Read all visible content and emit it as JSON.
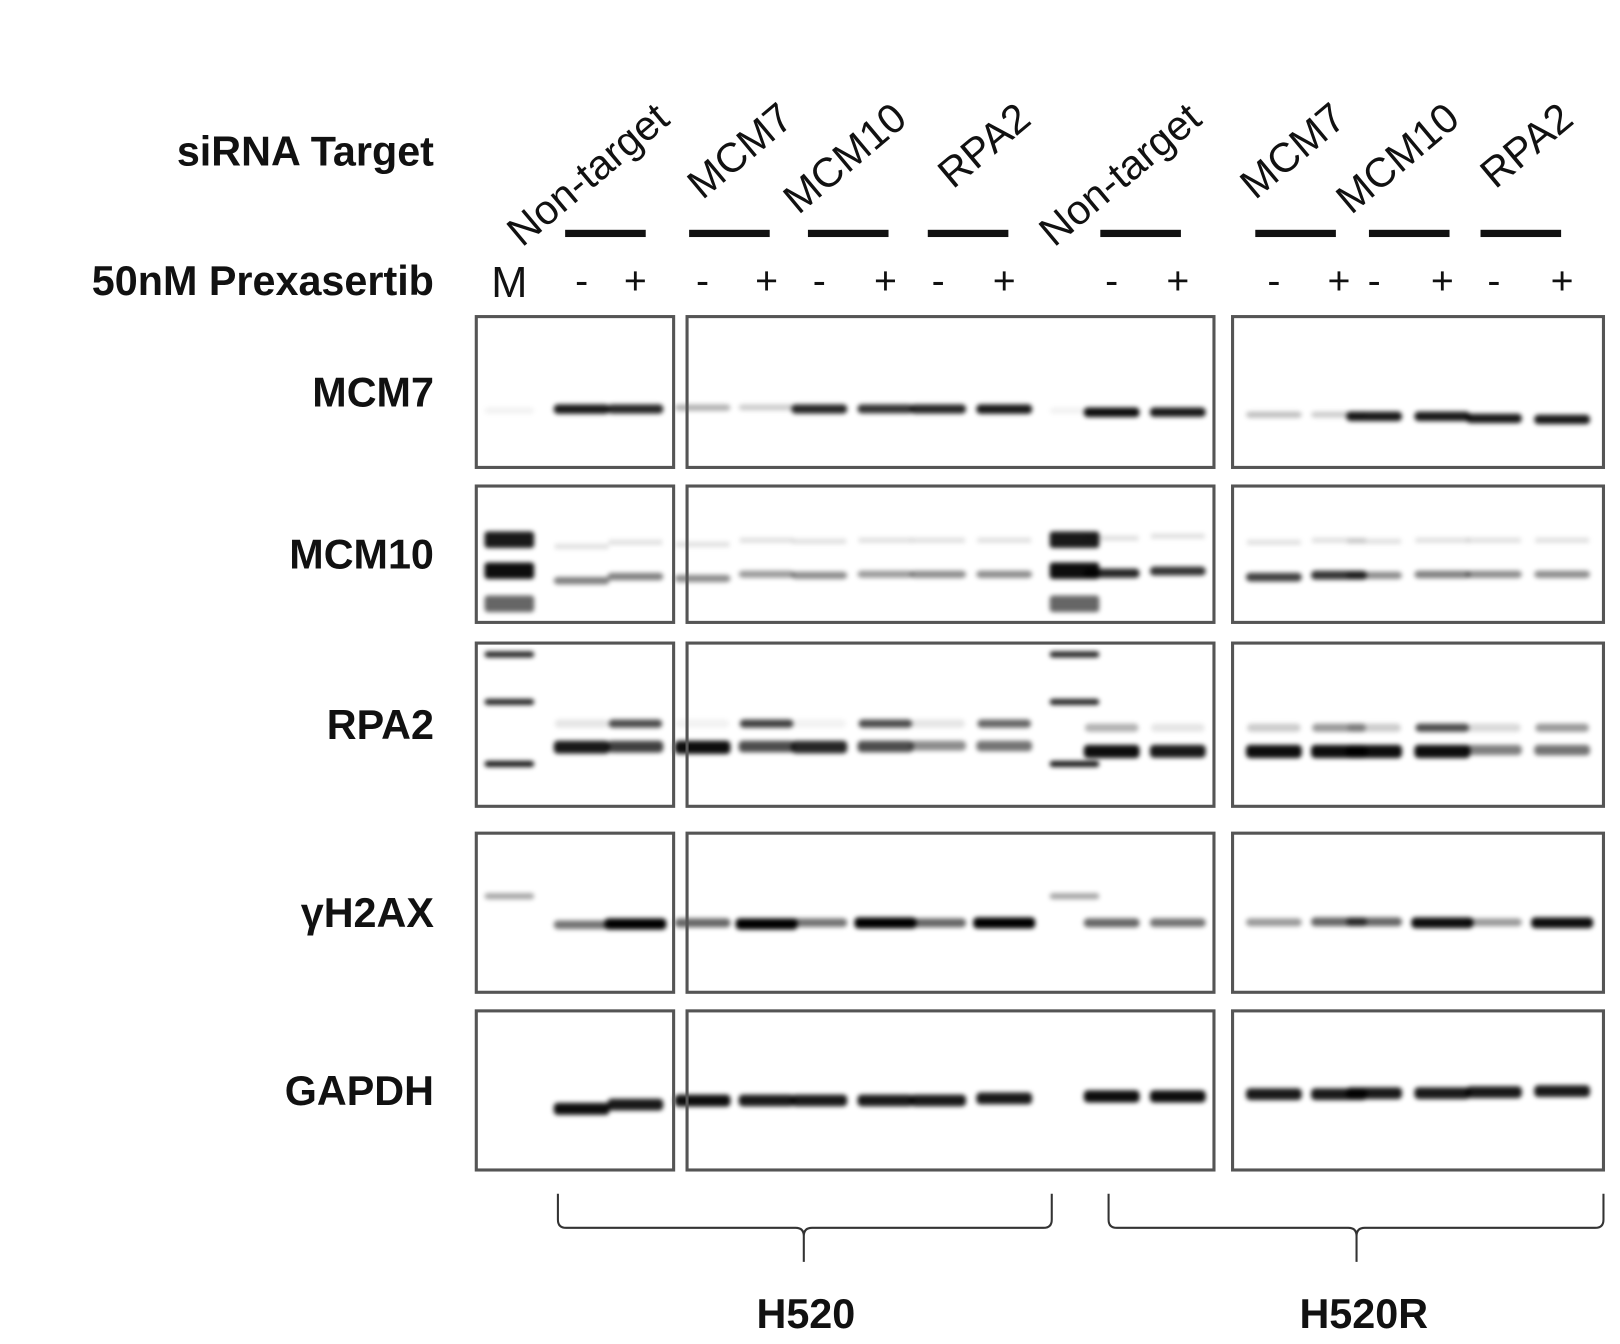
{
  "row_headers": {
    "sirna": "siRNA Target",
    "drug": "50nM Prexasertib"
  },
  "marker_label": "M",
  "targets": [
    "Non-target",
    "MCM7",
    "MCM10",
    "RPA2",
    "Non-target",
    "MCM7",
    "MCM10",
    "RPA2"
  ],
  "treatments": [
    "-",
    "+",
    "-",
    "+",
    "-",
    "+",
    "-",
    "+",
    "-",
    "+",
    "-",
    "+",
    "-",
    "+",
    "-",
    "+"
  ],
  "cell_lines": [
    "H520",
    "H520R"
  ],
  "blots": [
    {
      "name": "MCM7",
      "intensity": [
        0.9,
        0.85,
        0.3,
        0.2,
        0.85,
        0.8,
        0.85,
        0.9,
        0.95,
        0.9,
        0.25,
        0.2,
        0.9,
        0.9,
        0.9,
        0.9
      ]
    },
    {
      "name": "MCM10",
      "intensity": [
        0.5,
        0.5,
        0.45,
        0.4,
        0.45,
        0.4,
        0.45,
        0.45,
        0.85,
        0.8,
        0.75,
        0.8,
        0.45,
        0.5,
        0.45,
        0.45
      ]
    },
    {
      "name": "RPA2",
      "intensity": [
        0.9,
        0.75,
        0.95,
        0.7,
        0.85,
        0.7,
        0.45,
        0.55,
        0.95,
        0.9,
        0.95,
        0.95,
        0.95,
        0.95,
        0.5,
        0.55
      ],
      "upper_band": [
        0.1,
        0.7,
        0.05,
        0.75,
        0.05,
        0.7,
        0.1,
        0.6,
        0.3,
        0.1,
        0.2,
        0.4,
        0.2,
        0.7,
        0.15,
        0.4
      ]
    },
    {
      "name": "γH2AX",
      "intensity": [
        0.55,
        1.0,
        0.6,
        1.0,
        0.55,
        1.0,
        0.6,
        1.0,
        0.6,
        0.55,
        0.4,
        0.6,
        0.6,
        0.95,
        0.4,
        0.95
      ]
    },
    {
      "name": "GAPDH",
      "intensity": [
        0.95,
        0.9,
        0.95,
        0.9,
        0.9,
        0.9,
        0.9,
        0.9,
        0.95,
        0.95,
        0.9,
        0.9,
        0.9,
        0.9,
        0.9,
        0.9
      ]
    }
  ],
  "colors": {
    "band": "#000000",
    "frame": "#555555",
    "text": "#111111"
  }
}
